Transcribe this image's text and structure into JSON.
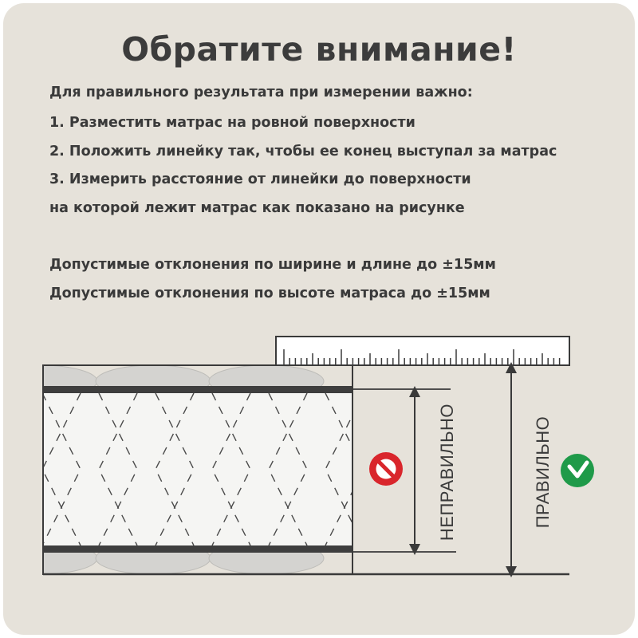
{
  "title": "Обратите внимание!",
  "intro": "Для правильного результата при измерении важно:",
  "steps": [
    "1. Разместить матрас на ровной поверхности",
    "2. Положить линейку так, чтобы ее конец выступал за матрас",
    "3. Измерить расстояние от линейки до поверхности",
    "на которой лежит матрас как показано на рисунке"
  ],
  "tolerances": [
    "Допустимые отклонения по ширине и длине до  ±15мм",
    "Допустимые отклонения по высоте матраса до  ±15мм"
  ],
  "diagram": {
    "wrong_label": "НЕПРАВИЛЬНО",
    "right_label": "ПРАВИЛЬНО",
    "wrong_icon": "prohibited-icon",
    "right_icon": "checkmark-icon",
    "colors": {
      "background": "#e6e2da",
      "outline": "#3a3a3a",
      "wrong": "#d9262c",
      "right": "#1f9a49",
      "spring": "#d4d3d0"
    }
  }
}
